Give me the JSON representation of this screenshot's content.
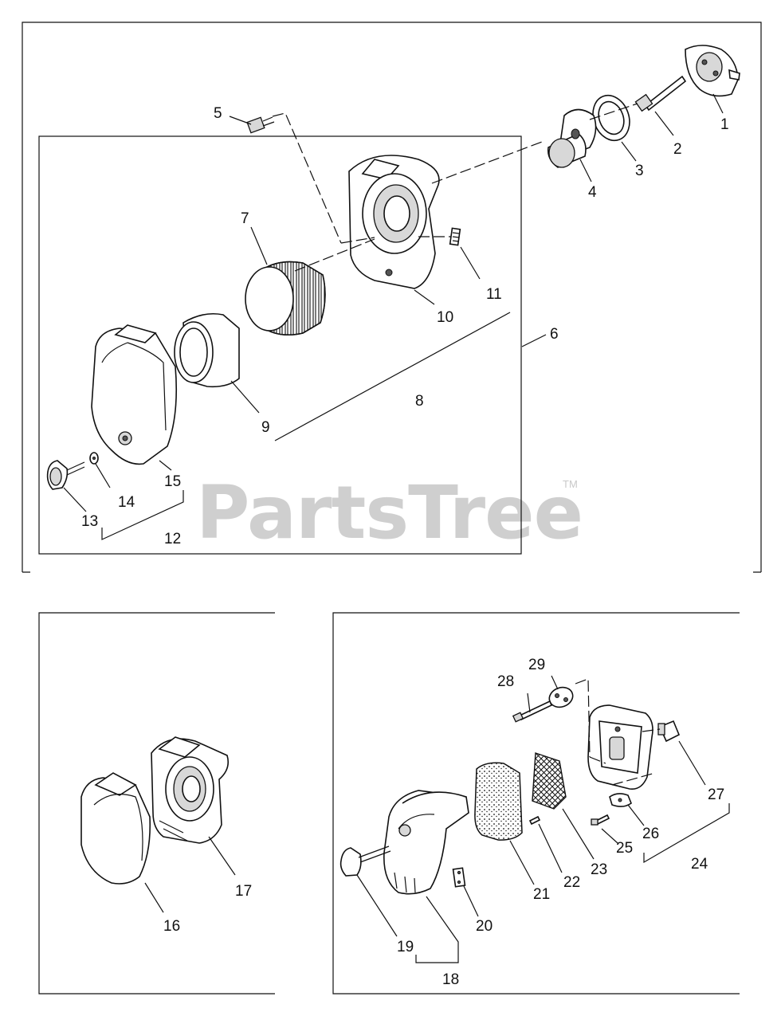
{
  "watermark": {
    "text": "PartsTree",
    "mark": "TM"
  },
  "callouts": [
    {
      "id": "c1",
      "text": "1"
    },
    {
      "id": "c2",
      "text": "2"
    },
    {
      "id": "c3",
      "text": "3"
    },
    {
      "id": "c4",
      "text": "4"
    },
    {
      "id": "c5",
      "text": "5"
    },
    {
      "id": "c6",
      "text": "6"
    },
    {
      "id": "c7",
      "text": "7"
    },
    {
      "id": "c8",
      "text": "8"
    },
    {
      "id": "c9",
      "text": "9"
    },
    {
      "id": "c10",
      "text": "10"
    },
    {
      "id": "c11",
      "text": "11"
    },
    {
      "id": "c12",
      "text": "12"
    },
    {
      "id": "c13",
      "text": "13"
    },
    {
      "id": "c14",
      "text": "14"
    },
    {
      "id": "c15",
      "text": "15"
    },
    {
      "id": "c16",
      "text": "16"
    },
    {
      "id": "c17",
      "text": "17"
    },
    {
      "id": "c18",
      "text": "18"
    },
    {
      "id": "c19",
      "text": "19"
    },
    {
      "id": "c20",
      "text": "20"
    },
    {
      "id": "c21",
      "text": "21"
    },
    {
      "id": "c22",
      "text": "22"
    },
    {
      "id": "c23",
      "text": "23"
    },
    {
      "id": "c24",
      "text": "24"
    },
    {
      "id": "c25",
      "text": "25"
    },
    {
      "id": "c26",
      "text": "26"
    },
    {
      "id": "c27",
      "text": "27"
    },
    {
      "id": "c28",
      "text": "28"
    },
    {
      "id": "c29",
      "text": "29"
    }
  ]
}
